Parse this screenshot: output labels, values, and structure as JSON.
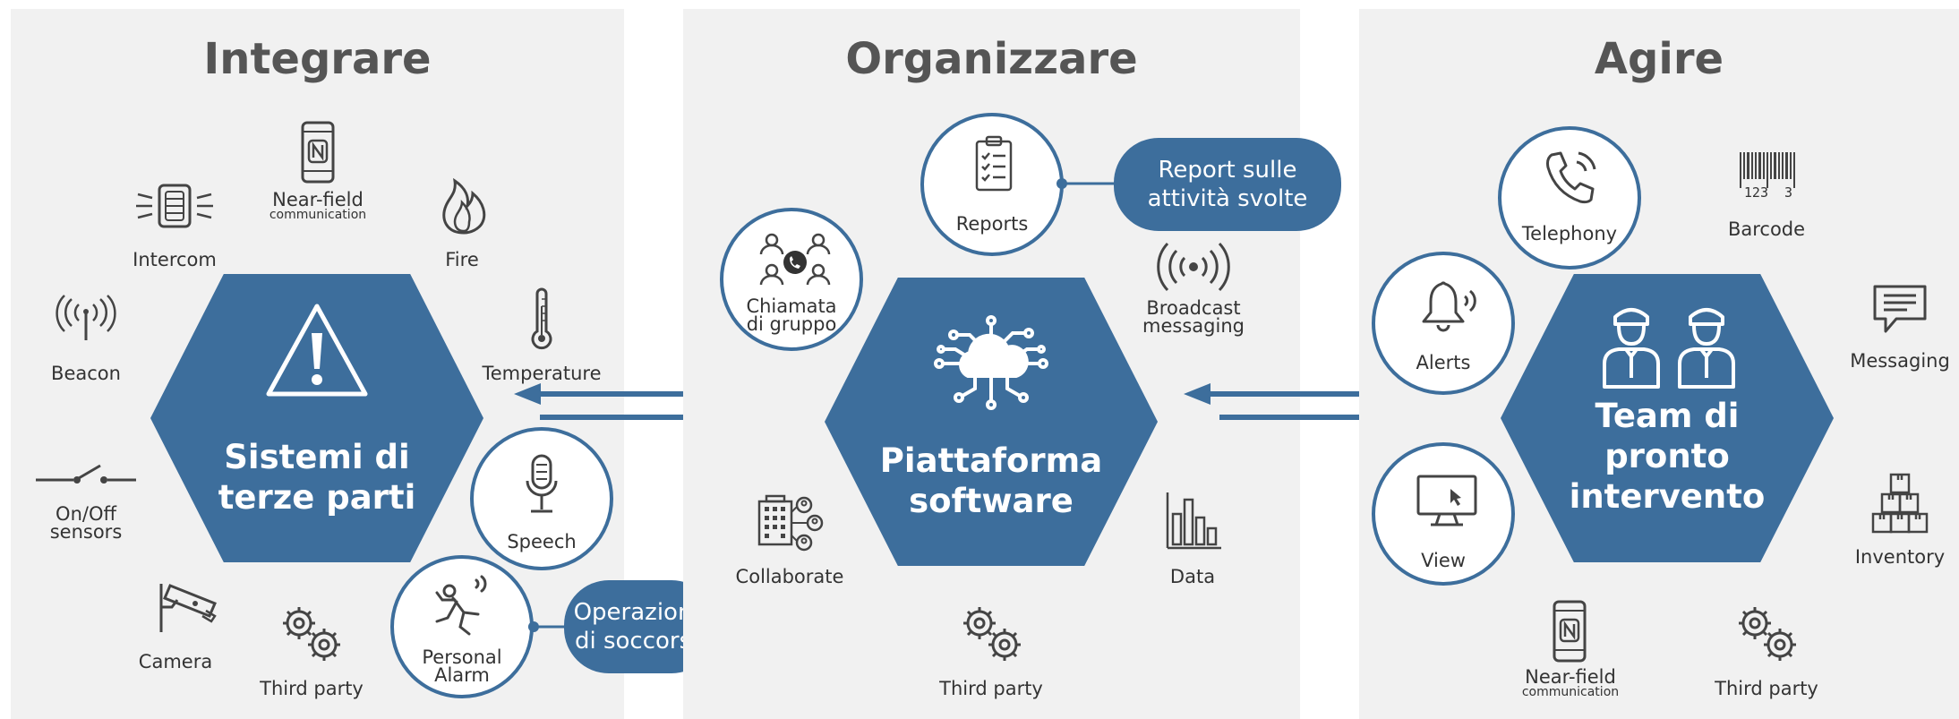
{
  "panels": {
    "integrare": {
      "title": "Integrare",
      "hex_line1": "Sistemi di",
      "hex_line2": "terze parti",
      "labels": {
        "near_field": "Near-field",
        "near_field_sub": "communication",
        "intercom": "Intercom",
        "fire": "Fire",
        "beacon": "Beacon",
        "temperature": "Temperature",
        "onoff_1": "On/Off",
        "onoff_2": "sensors",
        "speech": "Speech",
        "camera": "Camera",
        "personal_alarm_1": "Personal",
        "personal_alarm_2": "Alarm",
        "third_party": "Third party"
      },
      "pill_line1": "Operazione",
      "pill_line2": "di soccorso"
    },
    "organizzare": {
      "title": "Organizzare",
      "hex_line1": "Piattaforma",
      "hex_line2": "software",
      "labels": {
        "reports": "Reports",
        "chiamata_1": "Chiamata",
        "chiamata_2": "di gruppo",
        "broadcast_1": "Broadcast",
        "broadcast_2": "messaging",
        "collaborate": "Collaborate",
        "data": "Data",
        "third_party": "Third party"
      },
      "pill_line1": "Report sulle",
      "pill_line2": "attività svolte"
    },
    "agire": {
      "title": "Agire",
      "hex_line1": "Team di",
      "hex_line2": "pronto",
      "hex_line3": "intervento",
      "labels": {
        "telephony": "Telephony",
        "barcode": "Barcode",
        "barcode_digits": "123  3",
        "alerts": "Alerts",
        "messaging": "Messaging",
        "view": "View",
        "inventory": "Inventory",
        "near_field": "Near-field",
        "near_field_sub": "communication",
        "third_party": "Third party"
      }
    }
  },
  "colors": {
    "accent": "#3d6e9c",
    "panel_bg": "#f1f1f1",
    "title": "#555555",
    "icon": "#444444"
  }
}
